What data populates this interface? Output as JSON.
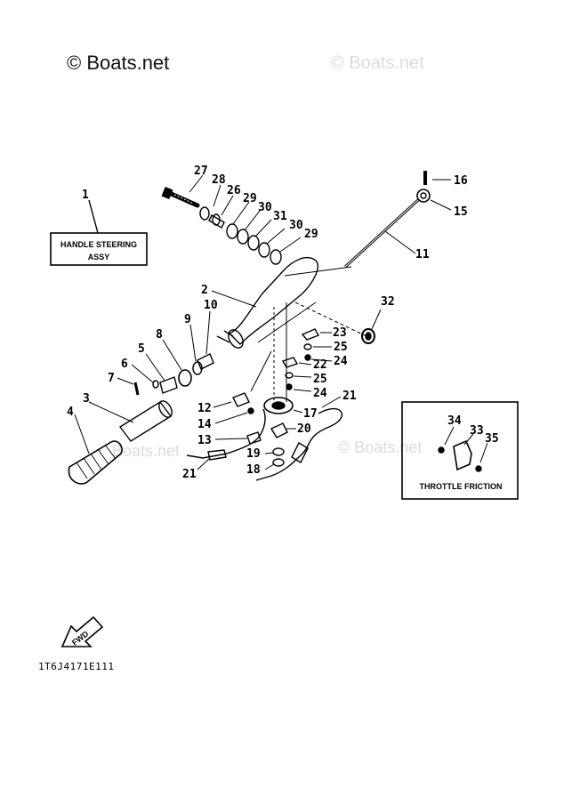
{
  "watermarks": {
    "main": "© Boats.net",
    "faint_top": "© Boats.net",
    "faint_mid_left": "Boats.net",
    "faint_mid_right": "© Boats.net"
  },
  "boxes": {
    "handle_steering_line1": "HANDLE STEERING",
    "handle_steering_line2": "ASSY",
    "throttle_friction": "THROTTLE FRICTION"
  },
  "fwd_label": "FWD",
  "reference_code": "1T6J4171E111",
  "part_numbers": [
    "1",
    "2",
    "3",
    "4",
    "5",
    "6",
    "7",
    "8",
    "9",
    "10",
    "11",
    "12",
    "13",
    "14",
    "15",
    "16",
    "17",
    "18",
    "19",
    "20",
    "21",
    "21",
    "22",
    "23",
    "24",
    "24",
    "25",
    "25",
    "26",
    "27",
    "28",
    "29",
    "29",
    "30",
    "30",
    "31",
    "32",
    "33",
    "34",
    "35"
  ]
}
